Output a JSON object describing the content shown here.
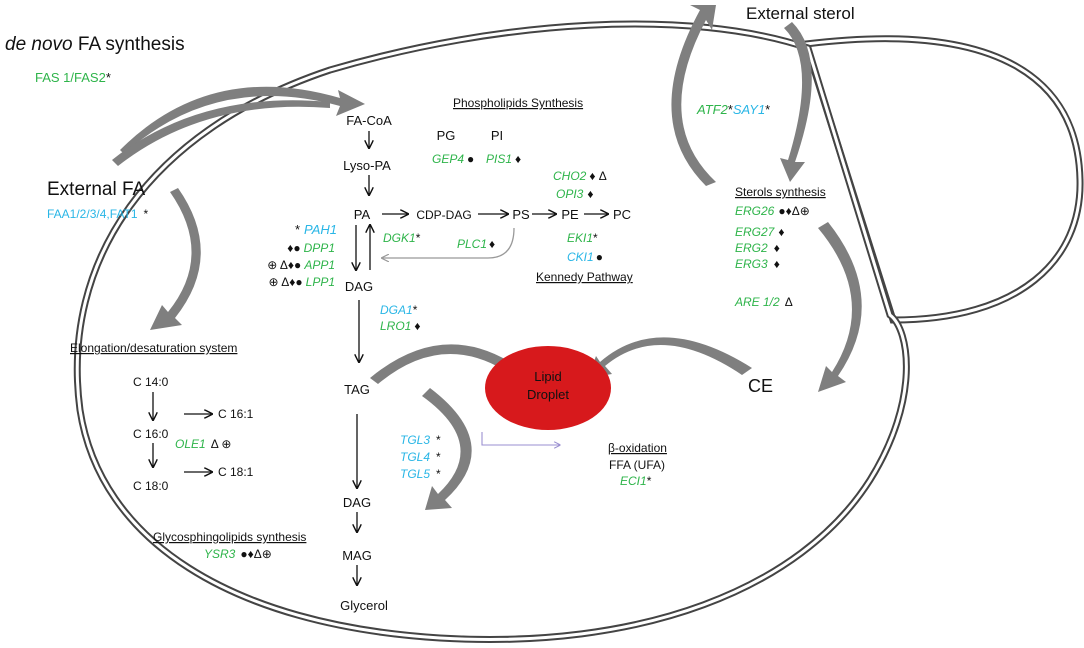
{
  "colors": {
    "green": "#2eb44a",
    "blue": "#29b6e6",
    "droplet": "#d7191c",
    "outline": "#555555",
    "arrow": "#7f7f7f"
  },
  "denovo": {
    "title_italic": "de novo",
    "title_rest": "FA synthesis",
    "gene": "FAS 1/FAS2",
    "mark": "*"
  },
  "external_fa": {
    "label": "External FA",
    "genes": "FAA1/2/3/4,FAT1",
    "mark": "*"
  },
  "external_sterol": {
    "label": "External sterol"
  },
  "sterol_import": {
    "gene1": "ATF2",
    "mark1": "*",
    "gene2": "SAY1",
    "mark2": "*"
  },
  "sterols": {
    "title": "Sterols synthesis",
    "genes": [
      {
        "name": "ERG26",
        "marks": "●♦Δ⊕"
      },
      {
        "name": "ERG27",
        "marks": "♦"
      },
      {
        "name": "ERG2",
        "marks": "♦"
      },
      {
        "name": "ERG3",
        "marks": "♦"
      }
    ],
    "are": {
      "name": "ARE 1/2",
      "marks": "Δ"
    }
  },
  "ce": {
    "label": "CE"
  },
  "pathway": {
    "facoa": "FA-CoA",
    "lysopa": "Lyso-PA",
    "pa": "PA",
    "dag": "DAG",
    "tag": "TAG",
    "dag2": "DAG",
    "mag": "MAG",
    "glycerol": "Glycerol",
    "cdpdag": "CDP-DAG",
    "ps": "PS",
    "pe": "PE",
    "pc": "PC",
    "pg": "PG",
    "pi": "PI"
  },
  "phospholipids": {
    "title": "Phospholipids Synthesis",
    "gep4": {
      "name": "GEP4",
      "marks": "●"
    },
    "pis1": {
      "name": "PIS1",
      "marks": "♦"
    },
    "cho2": {
      "name": "CHO2",
      "marks": "♦ Δ"
    },
    "opi3": {
      "name": "OPI3",
      "marks": "♦"
    },
    "eki1": {
      "name": "EKI1",
      "marks": "*"
    },
    "cki1": {
      "name": "CKI1",
      "marks": "●"
    },
    "dgk1": {
      "name": "DGK1",
      "marks": "*"
    },
    "plc1": {
      "name": "PLC1",
      "marks": "♦"
    },
    "kennedy": "Kennedy Pathway"
  },
  "pa_genes": [
    {
      "pre": "*",
      "name": "PAH1",
      "color": "blue"
    },
    {
      "pre": "♦●",
      "name": "DPP1",
      "color": "green"
    },
    {
      "pre": "⊕ Δ♦●",
      "name": "APP1",
      "color": "green"
    },
    {
      "pre": "⊕ Δ♦●",
      "name": "LPP1",
      "color": "green"
    }
  ],
  "tag_genes": [
    {
      "name": "DGA1",
      "marks": "*",
      "color": "blue"
    },
    {
      "name": "LRO1",
      "marks": "♦",
      "color": "green"
    }
  ],
  "droplet": {
    "line1": "Lipid",
    "line2": "Droplet"
  },
  "lipases": [
    {
      "name": "TGL3",
      "marks": "*"
    },
    {
      "name": "TGL4",
      "marks": "*"
    },
    {
      "name": "TGL5",
      "marks": "*"
    }
  ],
  "beta_ox": {
    "title": "β-oxidation",
    "ffa": "FFA (UFA)",
    "gene": "ECI1",
    "mark": "*"
  },
  "elongation": {
    "title": "Elongation/desaturation system",
    "c140": "C 14:0",
    "c160": "C 16:0",
    "c180": "C 18:0",
    "c161": "C 16:1",
    "c181": "C 18:1",
    "ole1": {
      "name": "OLE1",
      "marks": "Δ ⊕"
    }
  },
  "glyco": {
    "title": "Glycosphingolipids synthesis",
    "gene": "YSR3",
    "marks": "●♦Δ⊕"
  }
}
